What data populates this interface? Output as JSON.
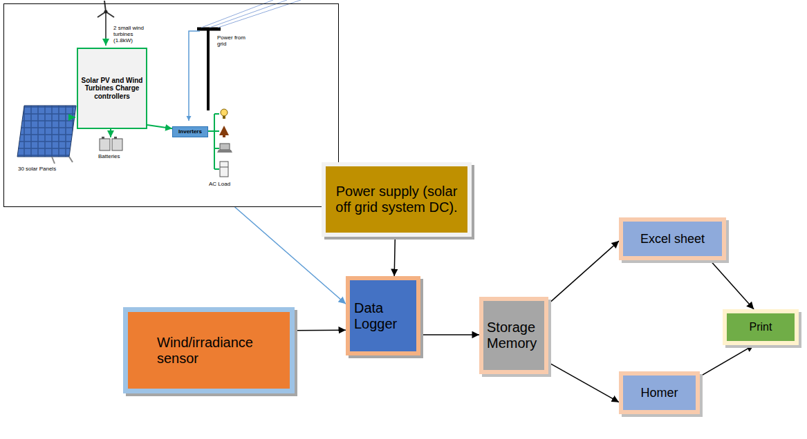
{
  "diagram": {
    "nodes": [
      {
        "text": [
          "2 small wind turbines (1.8kW)",
          "Power from grid",
          "30 solar Panels",
          "Batteries",
          "AC Load"
        ]
      },
      {
        "text": [
          "Solar PV and Wind Turbines Charge controllers"
        ],
        "in": 0
      },
      {
        "text": [
          "Inverters"
        ],
        "in": 0
      },
      {
        "text": [
          "Power supply (solar off grid system DC)."
        ]
      },
      {
        "text": [
          "Wind/irradiance sensor"
        ]
      },
      {
        "text": [
          "Data Logger"
        ]
      },
      {
        "text": [
          "Storage Memory"
        ]
      },
      {
        "text": [
          "Excel sheet"
        ]
      },
      {
        "text": [
          "Homer"
        ]
      },
      {
        "text": [
          "Print"
        ]
      }
    ],
    "edges": [
      {
        "from": 1,
        "to": 2,
        "arrow": "to"
      },
      {
        "from": 0,
        "to": 5,
        "arrow": "to"
      },
      {
        "from": 3,
        "to": 5,
        "arrow": "to"
      },
      {
        "from": 4,
        "to": 5,
        "arrow": "to"
      },
      {
        "from": 5,
        "to": 6,
        "arrow": "to"
      },
      {
        "from": 6,
        "to": 7,
        "arrow": "to"
      },
      {
        "from": 6,
        "to": 8,
        "arrow": "to"
      },
      {
        "from": 7,
        "to": 9,
        "arrow": "to"
      },
      {
        "from": 8,
        "to": 9,
        "arrow": "to"
      }
    ]
  }
}
